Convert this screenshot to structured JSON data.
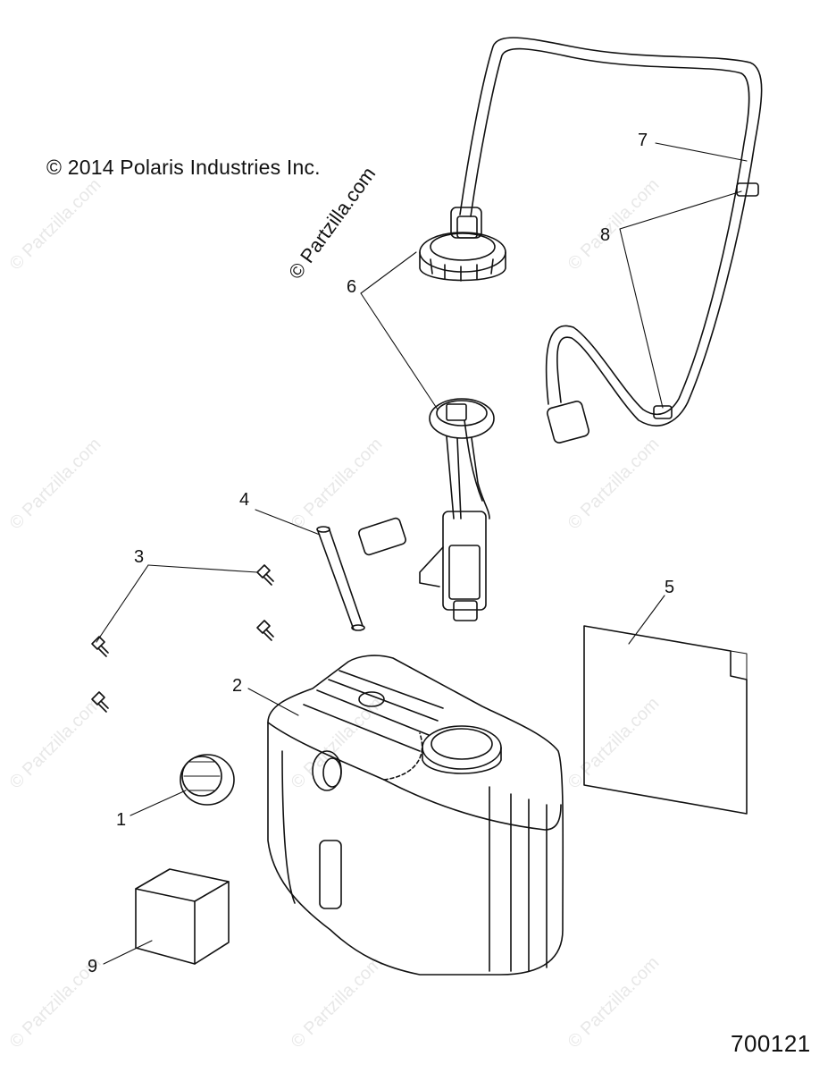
{
  "copyright": "© 2014 Polaris Industries Inc.",
  "credit": "© Partzilla.com",
  "watermark": "© Partzilla.com",
  "figure_number": "700121",
  "callouts": [
    "1",
    "2",
    "3",
    "4",
    "5",
    "6",
    "7",
    "8",
    "9"
  ]
}
